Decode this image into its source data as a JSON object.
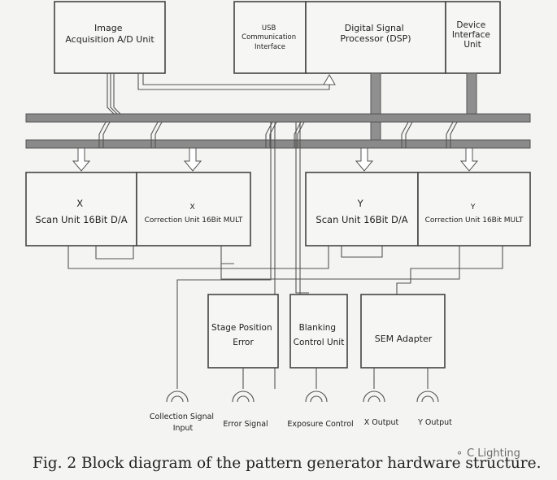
{
  "blocks": {
    "image_acq": [
      "Image",
      "Acquisition A/D Unit"
    ],
    "usb": [
      "USB",
      "Communication",
      "Interface"
    ],
    "dsp": [
      "Digital Signal",
      "Processor (DSP)"
    ],
    "device_if": [
      "Device",
      "Interface",
      "Unit"
    ],
    "x_scan": [
      "X",
      "Scan Unit 16Bit D/A"
    ],
    "x_corr": [
      "X",
      "Correction Unit 16Bit MULT"
    ],
    "y_scan": [
      "Y",
      "Scan Unit 16Bit D/A"
    ],
    "y_corr": [
      "Y",
      "Correction Unit 16Bit MULT"
    ],
    "stage": [
      "Stage Position",
      "Error"
    ],
    "blanking": [
      "Blanking",
      "Control Unit"
    ],
    "sem": [
      "SEM Adapter"
    ]
  },
  "outputs": [
    [
      "Collection Signal",
      "Input"
    ],
    [
      "Error Signal"
    ],
    [
      "Exposure Control"
    ],
    [
      "X Output"
    ],
    [
      "Y Output"
    ]
  ],
  "caption": "Fig. 2 Block diagram of the pattern generator hardware structure.",
  "watermark": "C Lighting"
}
